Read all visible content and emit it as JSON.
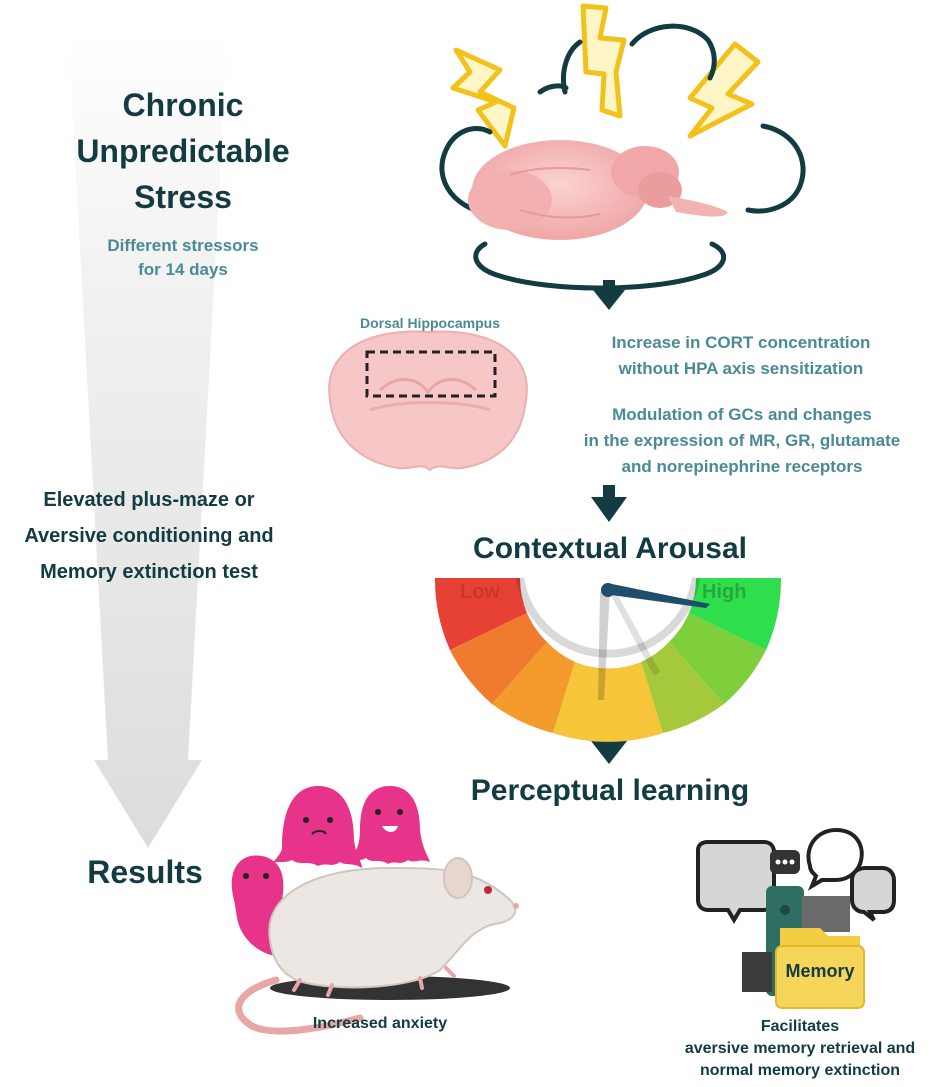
{
  "left": {
    "title_lines": [
      "Chronic",
      "Unpredictable",
      "Stress"
    ],
    "subtitle_lines": [
      "Different stressors",
      "for 14 days"
    ],
    "tests_lines": [
      "Elevated plus-maze or",
      "Aversive conditioning and",
      "Memory extinction test"
    ],
    "results": "Results"
  },
  "right": {
    "region_label": "Dorsal Hippocampus",
    "cort_lines": [
      "Increase in CORT concentration",
      "without HPA axis sensitization"
    ],
    "gc_lines": [
      "Modulation of GCs and changes",
      "in the expression of MR, GR, glutamate",
      "and norepinephrine receptors"
    ],
    "arousal_title": "Contextual Arousal",
    "gauge_low": "Low",
    "gauge_high": "High",
    "perceptual": "Perceptual learning",
    "anxiety": "Increased anxiety",
    "memory_label": "Memory",
    "facilitates_lines": [
      "Facilitates",
      "aversive memory retrieval and",
      "normal memory extinction"
    ]
  },
  "colors": {
    "dark_teal": "#123b42",
    "teal_text": "#4a8a96",
    "bolt": "#f6d33c",
    "brain": "#f4b6b6",
    "ghost": "#e8338a"
  },
  "icons": [
    "lightning-bolt-icon",
    "brain-icon",
    "hippocampus-slice-icon",
    "gauge-icon",
    "ghost-icon",
    "rat-icon",
    "speech-bubble-icon",
    "film-reel-icon",
    "folder-icon"
  ]
}
